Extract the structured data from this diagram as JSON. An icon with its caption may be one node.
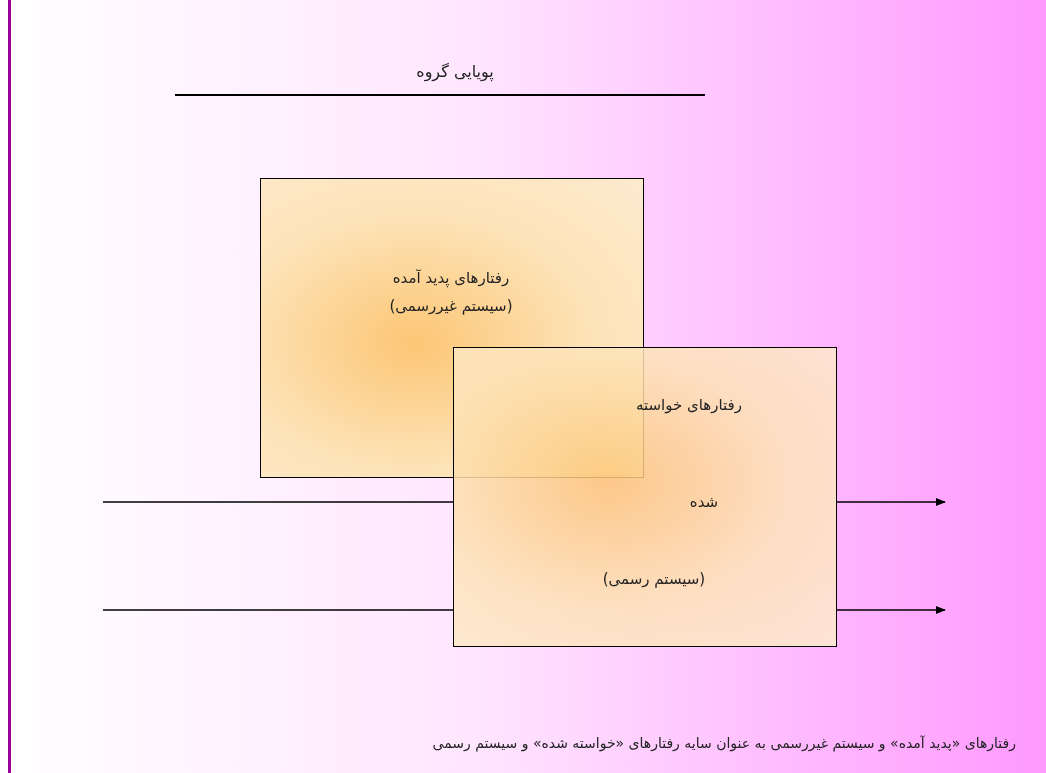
{
  "diagram": {
    "title": "پویایی گروه",
    "nodes": [
      {
        "text": [
          "رفتارهای پدید آمده",
          "(سیستم غیررسمی)"
        ]
      },
      {
        "text": [
          "رفتارهای خواسته",
          "شده",
          "(سیستم رسمی)"
        ]
      }
    ],
    "edges": [],
    "caption": "رفتارهای «پدید آمده» و سیستم غیررسمی به عنوان سایه رفتارهای «خواسته شده» و سیستم رسمی"
  }
}
